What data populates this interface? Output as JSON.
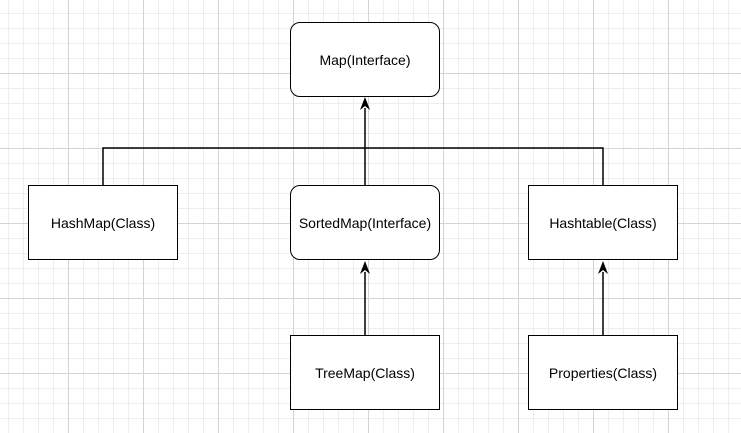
{
  "nodes": {
    "map": "Map(Interface)",
    "hashmap": "HashMap(Class)",
    "sortedmap": "SortedMap(Interface)",
    "hashtable": "Hashtable(Class)",
    "treemap": "TreeMap(Class)",
    "properties": "Properties(Class)"
  },
  "colors": {
    "line": "#000000",
    "node_fill": "#ffffff",
    "grid_major": "#d4d4d4",
    "grid_minor": "#eeeeee"
  }
}
